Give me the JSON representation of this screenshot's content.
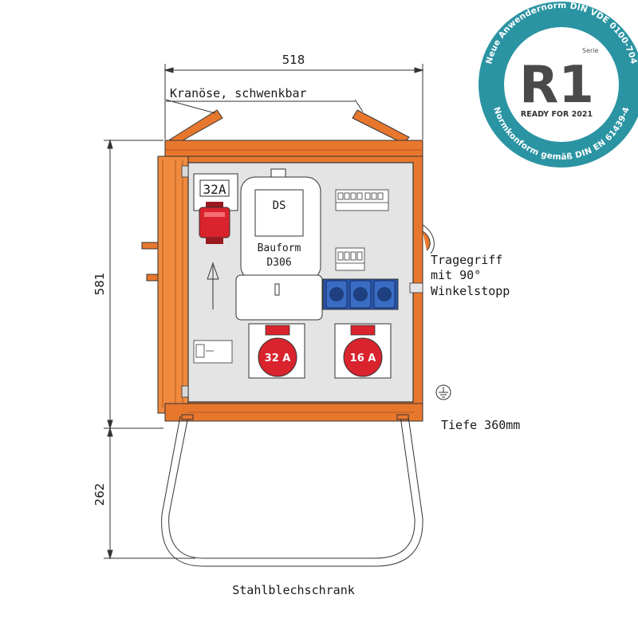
{
  "dimensions": {
    "width": "518",
    "cabinet_height": "581",
    "stand_height": "262"
  },
  "labels": {
    "crane_eye": "Kranöse, schwenkbar",
    "carry_handle_line1": "Tragegriff",
    "carry_handle_line2": "mit 90°",
    "carry_handle_line3": "Winkelstopp",
    "depth": "Tiefe 360mm",
    "caption": "Stahlblechschrank"
  },
  "components": {
    "top_socket_rating": "32A",
    "meter_tag": "DS",
    "meter_type_line1": "Bauform",
    "meter_type_line2": "D306",
    "socket_large_rating": "32 A",
    "socket_small_rating": "16 A"
  },
  "badge": {
    "series_label": "Serie",
    "logo": "R1",
    "ready": "READY FOR 2021",
    "ring_top": "Neue Anwendernorm DIN VDE 0100-704",
    "ring_bottom": "Normkonform gemäß DIN EN 61439-4"
  },
  "colors": {
    "cabinet_orange": "#e8772e",
    "panel_grey": "#e4e4e4",
    "socket_red": "#d9232d",
    "schuko_blue": "#2855a8",
    "badge_teal": "#2b94a3"
  }
}
